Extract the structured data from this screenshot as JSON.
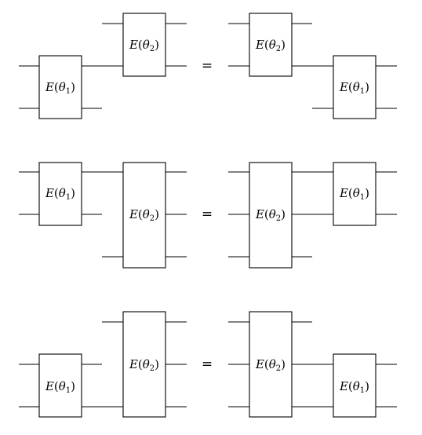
{
  "equals_symbol": "=",
  "gate_labels": {
    "e1": {
      "letter": "E",
      "open": "(",
      "theta": "θ",
      "sub": "1",
      "close": ")"
    },
    "e2": {
      "letter": "E",
      "open": "(",
      "theta": "θ",
      "sub": "2",
      "close": ")"
    }
  },
  "rows": [
    {
      "id": "row-1"
    },
    {
      "id": "row-2"
    },
    {
      "id": "row-3"
    }
  ]
}
